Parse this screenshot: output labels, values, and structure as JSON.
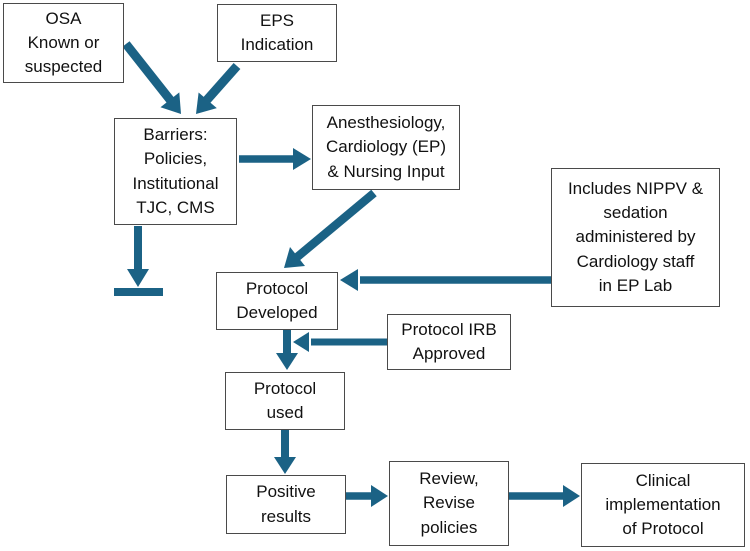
{
  "nodes": {
    "osa": {
      "label": "OSA\nKnown or\nsuspected"
    },
    "eps": {
      "label": "EPS\nIndication"
    },
    "barriers": {
      "label": "Barriers:\nPolicies,\nInstitutional\nTJC, CMS"
    },
    "anesthesiology": {
      "label": "Anesthesiology,\nCardiology (EP)\n& Nursing Input"
    },
    "nippv_note": {
      "label": "Includes NIPPV &\nsedation\nadministered by\nCardiology staff\nin EP Lab"
    },
    "protocol_developed": {
      "label": "Protocol\nDeveloped"
    },
    "protocol_irb": {
      "label": "Protocol IRB\nApproved"
    },
    "protocol_used": {
      "label": "Protocol\nused"
    },
    "positive_results": {
      "label": "Positive\nresults"
    },
    "review_revise": {
      "label": "Review,\nRevise\npolicies"
    },
    "clinical_implementation": {
      "label": "Clinical\nimplementation\nof Protocol"
    }
  },
  "connections": [
    {
      "from": "osa",
      "to": "barriers"
    },
    {
      "from": "eps",
      "to": "barriers"
    },
    {
      "from": "barriers",
      "to": "anesthesiology"
    },
    {
      "from": "barriers",
      "to": "dead_end_terminator"
    },
    {
      "from": "anesthesiology",
      "to": "protocol_developed"
    },
    {
      "from": "nippv_note",
      "to": "protocol_developed"
    },
    {
      "from": "protocol_developed",
      "to": "protocol_used"
    },
    {
      "from": "protocol_irb",
      "to": "protocol_developed_to_used_arrow"
    },
    {
      "from": "protocol_used",
      "to": "positive_results"
    },
    {
      "from": "positive_results",
      "to": "review_revise"
    },
    {
      "from": "review_revise",
      "to": "clinical_implementation"
    }
  ],
  "colors": {
    "arrow": "#1b6285",
    "box_border": "#4a4a4a",
    "box_background": "#ffffff",
    "text": "#111111",
    "page_background": "#ffffff"
  }
}
